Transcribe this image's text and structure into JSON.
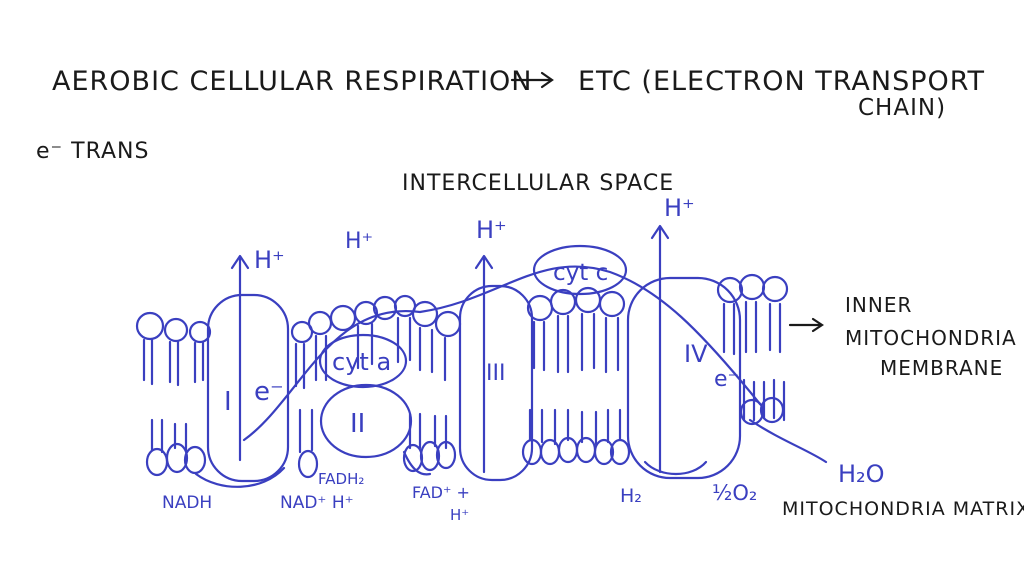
{
  "title": {
    "left": "AEROBIC CELLULAR RESPIRATION",
    "right_line1": "ETC (ELECTRON TRANSPORT",
    "right_line2": "CHAIN)"
  },
  "side_note": "e⁻ TRANS",
  "top_region": "INTERCELLULAR SPACE",
  "bottom_region": "MITOCHONDRIA MATRIX",
  "membrane_label": [
    "INNER",
    "MITOCHONDRIA",
    "MEMBRANE"
  ],
  "complexes": {
    "c1": "I",
    "c2": "II",
    "c3": "III",
    "c4": "IV",
    "cyt_a": "cyt a",
    "cyt_c": "cyt c"
  },
  "electron": "e⁻",
  "protons": [
    "H⁺",
    "H⁺",
    "H⁺",
    "H⁺"
  ],
  "matrix_labels": {
    "nadh": "NADH",
    "nad": "NAD⁺ H⁺",
    "fadh2": "FADH₂",
    "fad": "FAD⁺ +",
    "fad_h": "H⁺",
    "h2": "H₂",
    "half_o2": "½O₂",
    "h2o": "H₂O"
  },
  "colors": {
    "ink": "#1a1a1a",
    "pen": "#3a3fc0",
    "background": "#ffffff"
  }
}
